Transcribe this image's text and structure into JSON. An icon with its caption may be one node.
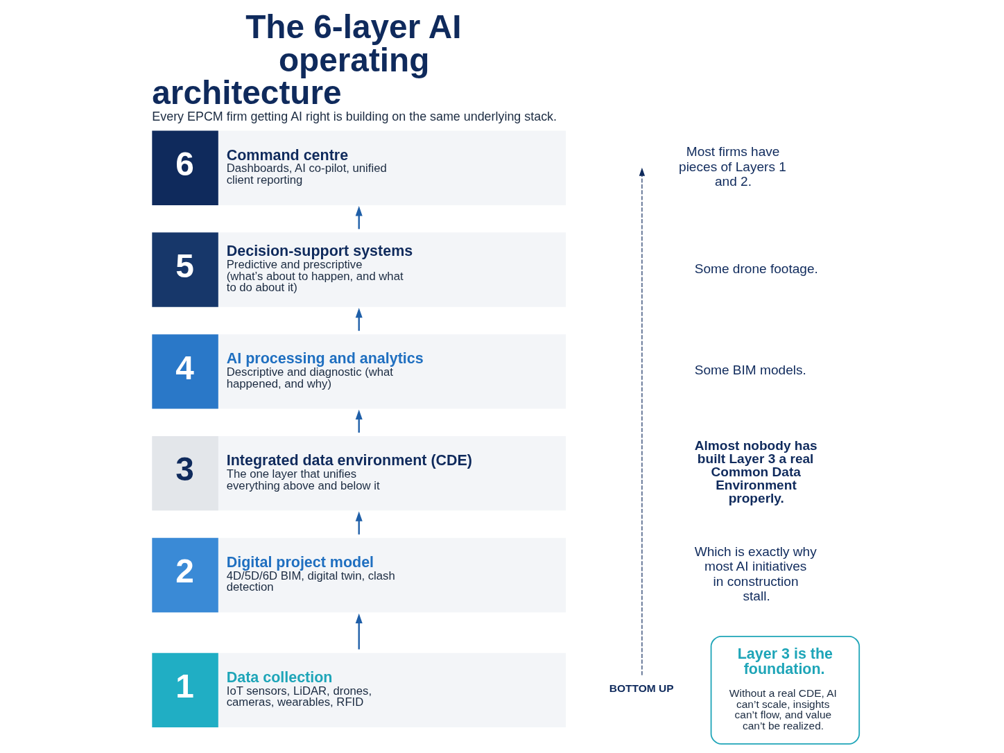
{
  "diagram": {
    "title": "The 6-layer AI operating architecture",
    "caption": "Every EPCM firm getting AI right is building on the same underlying stack.",
    "nodes": [
      {
        "text": [
          "6",
          "Command centre",
          "Dashboards, AI co-pilot, unified client reporting"
        ]
      },
      {
        "text": [
          "5",
          "Decision-support systems",
          "Predictive and prescriptive (what’s about to happen, and what to do about it)"
        ]
      },
      {
        "text": [
          "4",
          "AI processing and analytics",
          "Descriptive and diagnostic (what happened, and why)"
        ]
      },
      {
        "text": [
          "3",
          "Integrated data environment (CDE)",
          "The one layer that unifies everything above and below it"
        ]
      },
      {
        "text": [
          "2",
          "Digital project model",
          "4D/5D/6D BIM, digital twin, clash detection"
        ]
      },
      {
        "text": [
          "1",
          "Data collection",
          "IoT sensors, LiDAR, drones, cameras, wearables, RFID"
        ]
      },
      {
        "text": [
          "BOTTOM UP"
        ]
      },
      {
        "text": [
          "Layer 3 is the foundation.",
          "Without a real CDE, AI can’t scale, insights can’t flow, and value can’t be realized."
        ]
      }
    ],
    "edges": [
      {
        "from": 5,
        "to": 4,
        "arrow": "to"
      },
      {
        "from": 4,
        "to": 3,
        "arrow": "to"
      },
      {
        "from": 3,
        "to": 2,
        "arrow": "to"
      },
      {
        "from": 2,
        "to": 1,
        "arrow": "to"
      },
      {
        "from": 1,
        "to": 0,
        "arrow": "to"
      },
      {
        "from": 6,
        "to": null,
        "arrow": "to",
        "style": "dashed"
      }
    ],
    "labels": [
      "Most firms have pieces of Layers 1 and 2.",
      "Some drone footage.",
      "Some BIM models.",
      "Almost nobody has built Layer 3 a real Common Data Environment properly.",
      "Which is exactly why most AI initiatives in construction stall."
    ]
  }
}
